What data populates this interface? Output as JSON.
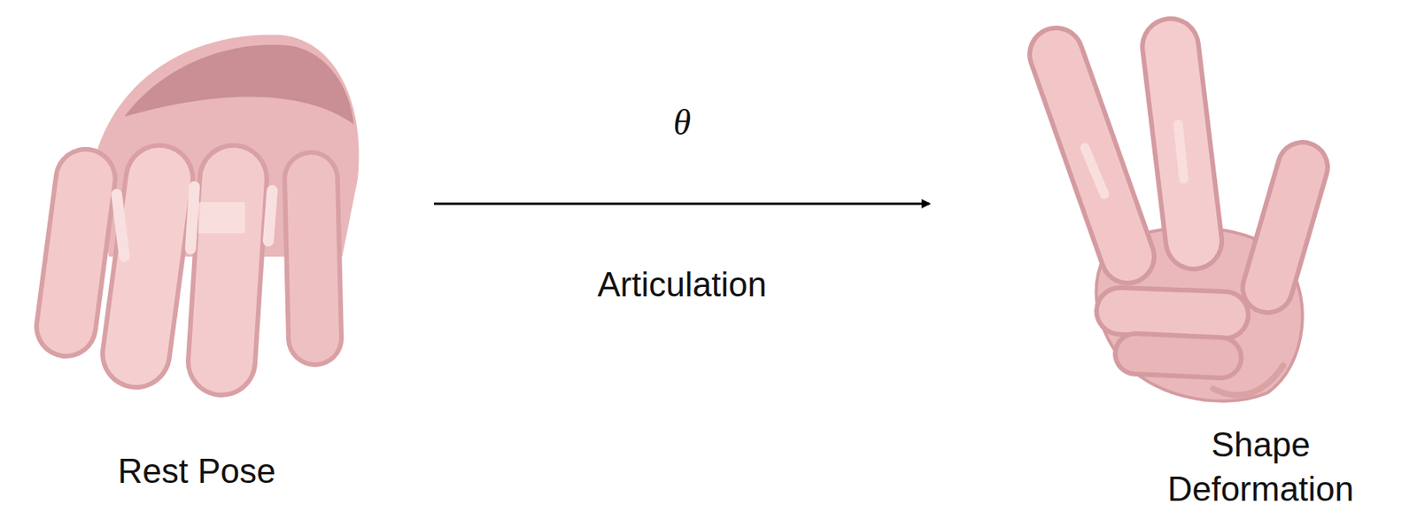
{
  "diagram": {
    "labels": [
      "θ",
      "Articulation",
      "Rest Pose",
      "Shape Deformation"
    ]
  }
}
